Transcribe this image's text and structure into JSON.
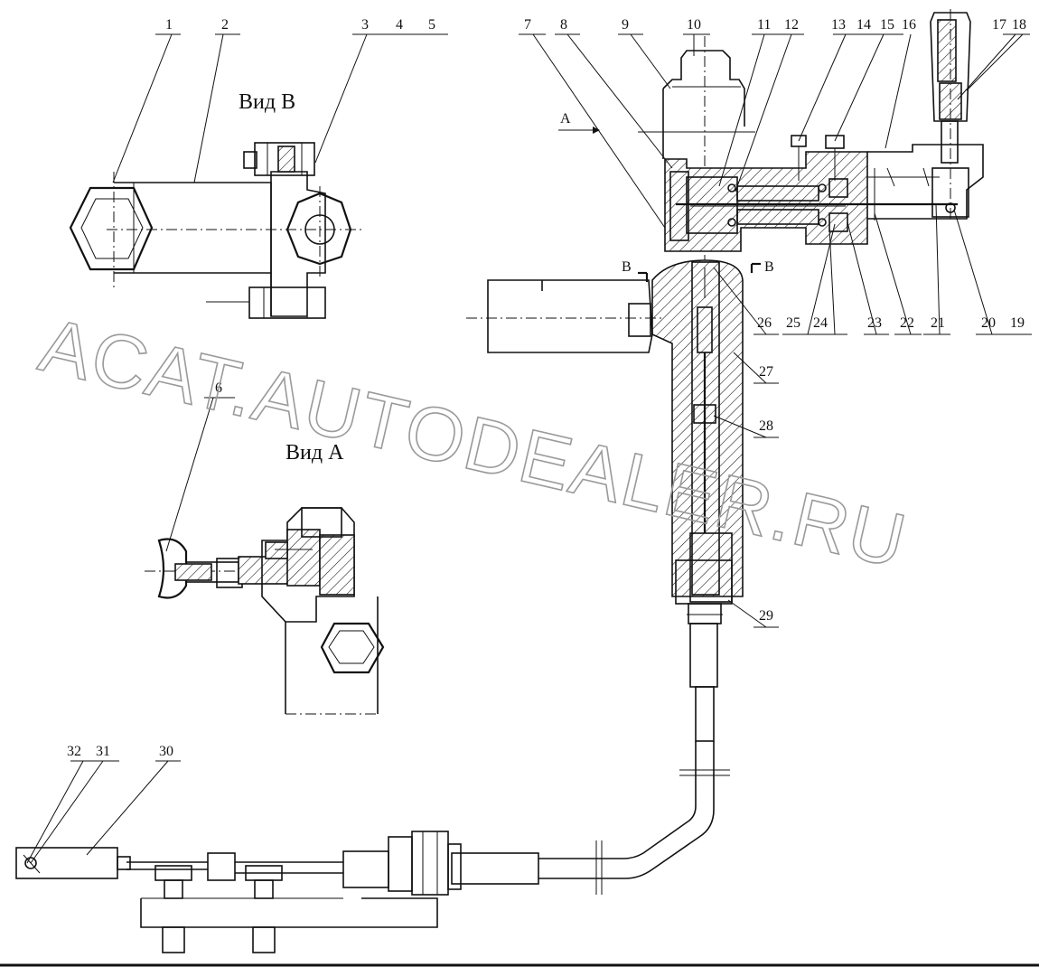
{
  "views": {
    "view_b": "Вид В",
    "view_a": "Вид А"
  },
  "section_marks": {
    "a_arrow": "A",
    "b_left": "B",
    "b_right": "B"
  },
  "callouts": [
    "1",
    "2",
    "3",
    "4",
    "5",
    "6",
    "7",
    "8",
    "9",
    "10",
    "11",
    "12",
    "13",
    "14",
    "15",
    "16",
    "17",
    "18",
    "19",
    "20",
    "21",
    "22",
    "23",
    "24",
    "25",
    "26",
    "27",
    "28",
    "29",
    "30",
    "31",
    "32"
  ],
  "watermark": "ACAT.AUTODEALER.RU"
}
